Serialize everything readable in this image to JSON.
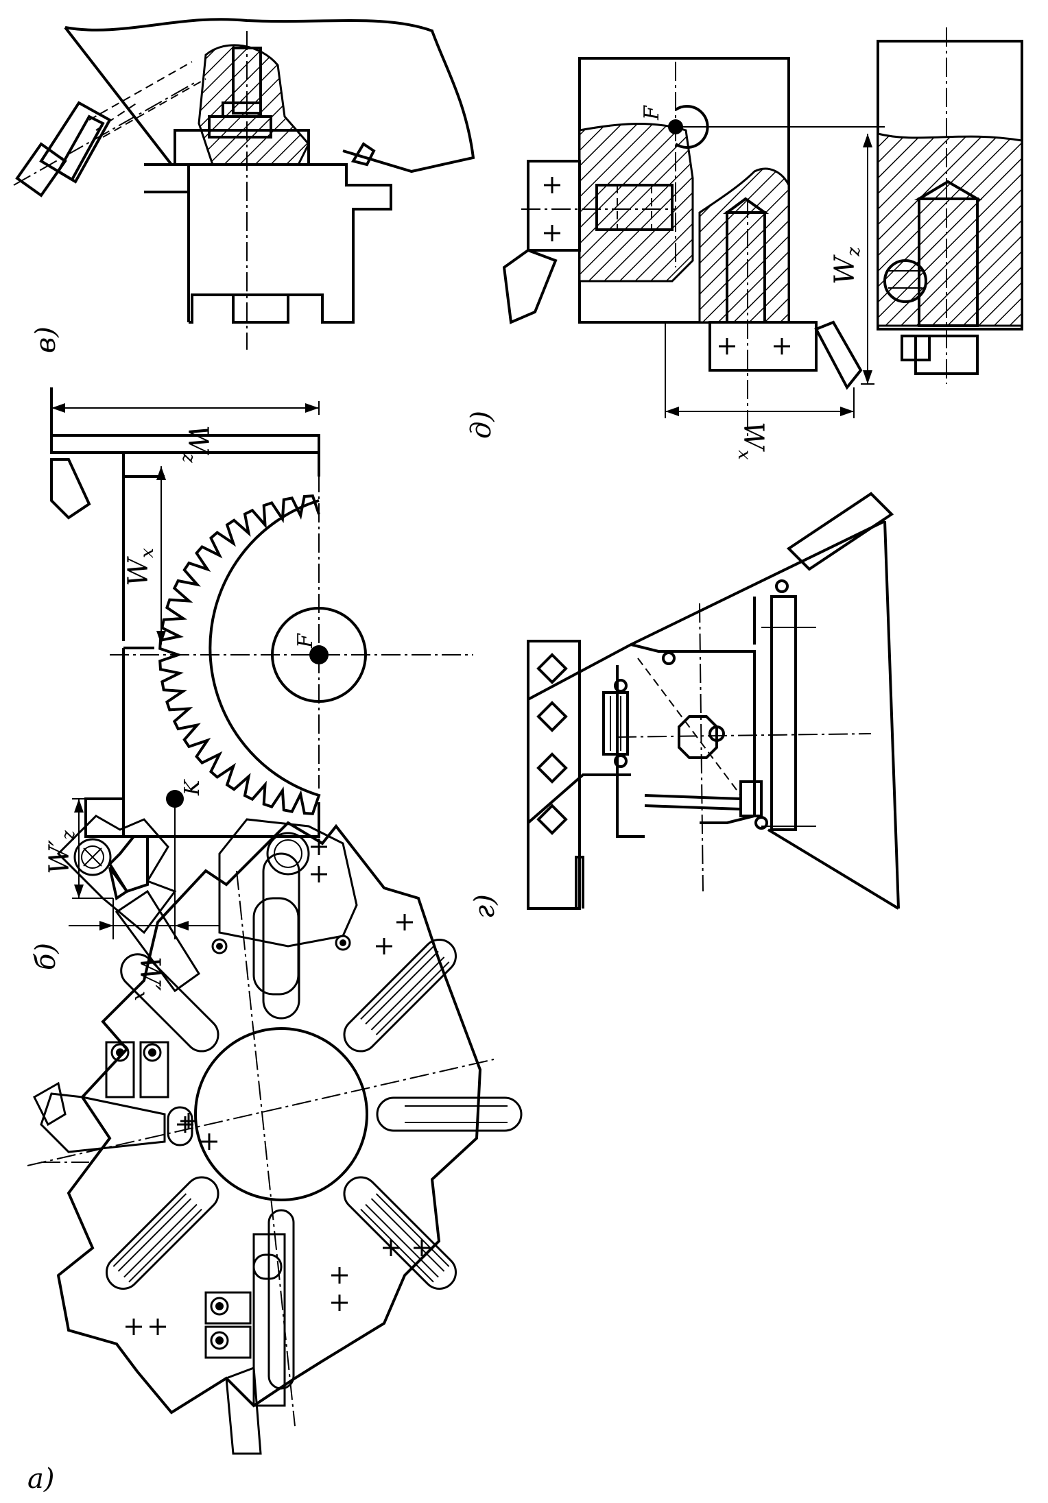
{
  "figure": {
    "panels": {
      "a": {
        "label": "а)"
      },
      "b": {
        "label": "б)",
        "dim_wx": "W",
        "dim_wx_sub": "x",
        "dim_wz": "W",
        "dim_wz_sub": "z",
        "dim_wx_prime": "W′",
        "dim_wx_prime_sub": "x",
        "dim_wz_prime": "W′",
        "dim_wz_prime_sub": "z",
        "point_f": "F",
        "point_k": "K"
      },
      "v": {
        "label": "в)"
      },
      "g": {
        "label": "г)"
      },
      "d": {
        "label": "д)",
        "dim_wx": "W",
        "dim_wx_sub": "x",
        "dim_wz": "W",
        "dim_wz_sub": "z",
        "point_f": "F"
      }
    }
  }
}
